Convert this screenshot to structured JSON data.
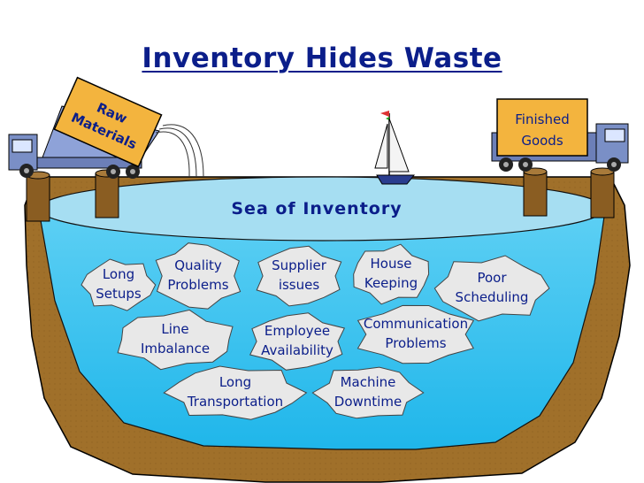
{
  "title": "Inventory Hides Waste",
  "sea_label": "Sea of Inventory",
  "raw_sign": {
    "line1": "Raw",
    "line2": "Materials"
  },
  "finished_sign": {
    "line1": "Finished",
    "line2": "Goods"
  },
  "rocks": [
    {
      "id": "long-setups",
      "lines": [
        "Long",
        "Setups"
      ]
    },
    {
      "id": "quality-problems",
      "lines": [
        "Quality",
        "Problems"
      ]
    },
    {
      "id": "supplier-issues",
      "lines": [
        "Supplier",
        "issues"
      ]
    },
    {
      "id": "house-keeping",
      "lines": [
        "House",
        "Keeping"
      ]
    },
    {
      "id": "poor-scheduling",
      "lines": [
        "Poor",
        "Scheduling"
      ]
    },
    {
      "id": "line-imbalance",
      "lines": [
        "Line",
        "Imbalance"
      ]
    },
    {
      "id": "employee-availability",
      "lines": [
        "Employee",
        "Availability"
      ]
    },
    {
      "id": "communication-problems",
      "lines": [
        "Communication",
        "Problems"
      ]
    },
    {
      "id": "long-transportation",
      "lines": [
        "Long",
        "Transportation"
      ]
    },
    {
      "id": "machine-downtime",
      "lines": [
        "Machine",
        "Downtime"
      ]
    }
  ],
  "colors": {
    "title": "#0b1e8a",
    "earth": "#a0702a",
    "water_surface": "#9fdcf2",
    "water_body": "#2ec3ef",
    "rock": "#e8e8e8",
    "sign": "#f3b43e",
    "label_text": "#0b1e8a"
  }
}
